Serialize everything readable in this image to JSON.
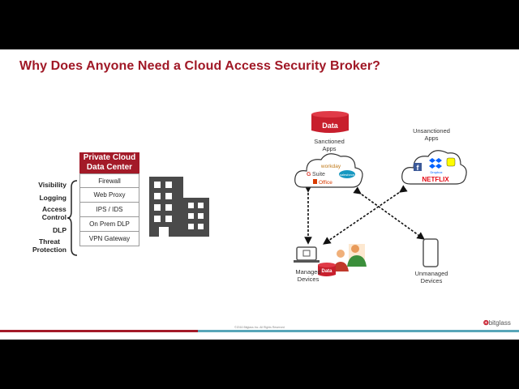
{
  "slide": {
    "title": "Why Does Anyone Need a Cloud Access Security Broker?",
    "footer_copyright": "©2016 Bitglass Inc. All Rights Reserved",
    "brand": "bitglass"
  },
  "stack": {
    "header_line1": "Private Cloud",
    "header_line2": "Data Center",
    "rows": [
      "Firewall",
      "Web Proxy",
      "IPS / IDS",
      "On Prem DLP",
      "VPN Gateway"
    ]
  },
  "functions": {
    "visibility": "Visibility",
    "logging": "Logging",
    "access_line1": "Access",
    "access_line2": "Control",
    "dlp": "DLP",
    "threat_line1": "Threat",
    "threat_line2": "Protection"
  },
  "diagram": {
    "data_label": "Data",
    "sanctioned_line1": "Sanctioned",
    "sanctioned_line2": "Apps",
    "unsanctioned_line1": "Unsanctioned",
    "unsanctioned_line2": "Apps",
    "managed_line1": "Managed",
    "managed_line2": "Devices",
    "unmanaged_line1": "Unmanaged",
    "unmanaged_line2": "Devices",
    "device_data_label": "Data",
    "apps": {
      "workday": "workday",
      "gsuite": "Suite",
      "salesforce": "salesforce",
      "office": "Office",
      "dropbox": "Dropbox",
      "netflix": "NETFLIX",
      "facebook": "f"
    }
  },
  "colors": {
    "brand_red": "#a31a28",
    "footer_teal": "#58a6b8"
  }
}
